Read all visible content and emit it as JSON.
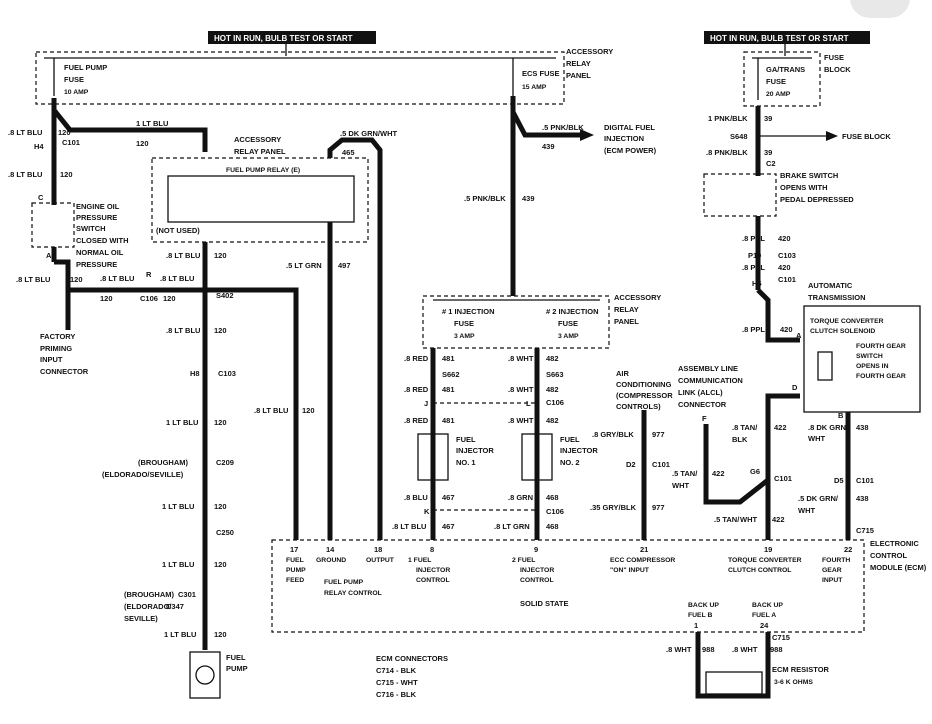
{
  "header_left": "HOT IN RUN,  BULB TEST OR START",
  "header_right": "HOT IN RUN,  BULB TEST OR START",
  "labels": {
    "fuel_pump_fuse": "FUEL PUMP",
    "fuse": "FUSE",
    "amp10": "10 AMP",
    "ecs_fuse": "ECS FUSE",
    "amp15": "15 AMP",
    "acc_relay_panel": "ACCESSORY",
    "relay": "RELAY",
    "panel": "PANEL",
    "w_8ltblu": ".8 LT BLU",
    "n120": "120",
    "h4": "H4",
    "c101": "C101",
    "w_1ltblu": "1 LT BLU",
    "acc_relay_panel2": "ACCESSORY",
    "relay_panel": "RELAY PANEL",
    "fuel_pump_relay": "FUEL PUMP RELAY (E)",
    "not_used": "(NOT USED)",
    "w_5dkgrnwht": ".5 DK GRN/WHT",
    "n465": "465",
    "w_5pnkblk": ".5 PNK/BLK",
    "n439": "439",
    "digital_fuel": "DIGITAL FUEL",
    "injection": "INJECTION",
    "ecm_power": "(ECM POWER)",
    "engine_oil": "ENGINE OIL",
    "pressure": "PRESSURE",
    "switch": "SWITCH",
    "closed_with": "CLOSED WITH",
    "normal_oil": "NORMAL OIL",
    "pressure2": "PRESSURE",
    "factory": "FACTORY",
    "priming": "PRIMING",
    "input": "INPUT",
    "connector": "CONNECTOR",
    "c106": "C106",
    "s402": "S402",
    "w_5ltgrn": ".5 LT GRN",
    "n497": "497",
    "h8": "H8",
    "c103": "C103",
    "brougham": "(BROUGHAM)",
    "eldorado": "(ELDORADO/SEVILLE)",
    "c209": "C209",
    "c250": "C250",
    "brougham2": "(BROUGHAM)",
    "c301": "C301",
    "eldorado2": "(ELDORADO/",
    "c347": "C347",
    "seville": "SEVILLE)",
    "fuel_pump": "FUEL",
    "pump": "PUMP",
    "inj1_fuse": "# 1 INJECTION",
    "inj2_fuse": "# 2 INJECTION",
    "amp3": "3 AMP",
    "w_8red": ".8 RED",
    "n481": "481",
    "s662": "S662",
    "w_8wht": ".8 WHT",
    "n482": "482",
    "s663": "S663",
    "fuel_injector": "FUEL",
    "injector": "INJECTOR",
    "no1": "NO. 1",
    "no2": "NO. 2",
    "w_8blu": ".8 BLU",
    "n467": "467",
    "w_8grn": ".8 GRN",
    "n468": "468",
    "c106b": "C106",
    "w_8ltgrn": ".8 LT GRN",
    "air_cond": "AIR",
    "conditioning": "CONDITIONING",
    "compressor": "(COMPRESSOR",
    "controls": "CONTROLS)",
    "w_8grylblk": ".8 GRY/BLK",
    "n977": "977",
    "w_35grylblk": ".35 GRY/BLK",
    "assembly": "ASSEMBLY LINE",
    "communication": "COMMUNICATION",
    "alcl": "LINK (ALCL)",
    "connector2": "CONNECTOR",
    "w_5tanwht": ".5 TAN/",
    "wht": "WHT",
    "n422": "422",
    "w_8tanblk": ".8 TAN/",
    "blk": "BLK",
    "ga_trans": "GA/TRANS",
    "amp20": "20 AMP",
    "fuse_block": "FUSE",
    "block": "BLOCK",
    "w_1pnkblk": "1 PNK/BLK",
    "n39": "39",
    "s648": "S648",
    "fuse_block2": "FUSE BLOCK",
    "w_8pnkblk": ".8 PNK/BLK",
    "brake_switch": "BRAKE SWITCH",
    "opens_with": "OPENS WITH",
    "pedal": "PEDAL DEPRESSED",
    "w_8ppl": ".8 PPL",
    "n420": "420",
    "p10": "P10",
    "h5": "H5",
    "auto_trans": "AUTOMATIC",
    "transmission": "TRANSMISSION",
    "tcc_solenoid": "TORQUE CONVERTER",
    "clutch_sol": "CLUTCH SOLENOID",
    "fourth_gear": "FOURTH GEAR",
    "switch2": "SWITCH",
    "opens_in": "OPENS IN",
    "fourth_gear2": "FOURTH GEAR",
    "w_8dkgrnwht": ".8 DK GRN/",
    "wht2": "WHT",
    "n438": "438",
    "d5": "D5",
    "w_5dkgrnwht2": ".5 DK GRN/",
    "c715": "C715",
    "ecm": "ELECTRONIC",
    "control": "CONTROL",
    "module": "MODULE (ECM)",
    "p17": "17",
    "p14": "14",
    "p18": "18",
    "p8": "8",
    "p9": "9",
    "p21": "21",
    "p19": "19",
    "p22": "22",
    "fuel_pump_feed1": "FUEL",
    "fuel_pump_feed2": "PUMP",
    "fuel_pump_feed3": "FEED",
    "ground": "GROUND",
    "output": "OUTPUT",
    "relay_control1": "FUEL PUMP",
    "relay_control2": "RELAY CONTROL",
    "inj1_ctrl": "1  FUEL",
    "inj_ctrl2": "INJECTOR",
    "inj_ctrl3": "CONTROL",
    "inj2_ctrl": "2  FUEL",
    "ecc_comp": "ECC COMPRESSOR",
    "on_input": "\"ON\" INPUT",
    "tcc_ctrl": "TORQUE CONVERTER",
    "tcc_ctrl2": "CLUTCH CONTROL",
    "fourth_in1": "FOURTH",
    "fourth_in2": "GEAR",
    "fourth_in3": "INPUT",
    "solid_state": "SOLID STATE",
    "backup_b": "BACK UP",
    "fuel_b": "FUEL B",
    "backup_a": "BACK UP",
    "fuel_a": "FUEL A",
    "p1": "1",
    "p24": "24",
    "n988": "988",
    "w_8wht2": ".8 WHT",
    "ecm_resistor": "ECM RESISTOR",
    "ohms": "3-6 K OHMS",
    "ecm_connectors": "ECM CONNECTORS",
    "c714": "C714 - BLK",
    "c715b": "C715 - WHT",
    "c716": "C716 - BLK",
    "a": "A",
    "b": "B",
    "c": "C",
    "d": "D",
    "e": "E",
    "f": "F",
    "j": "J",
    "k": "K",
    "l": "L",
    "r": "R",
    "g6": "G6",
    "d2": "D2"
  }
}
